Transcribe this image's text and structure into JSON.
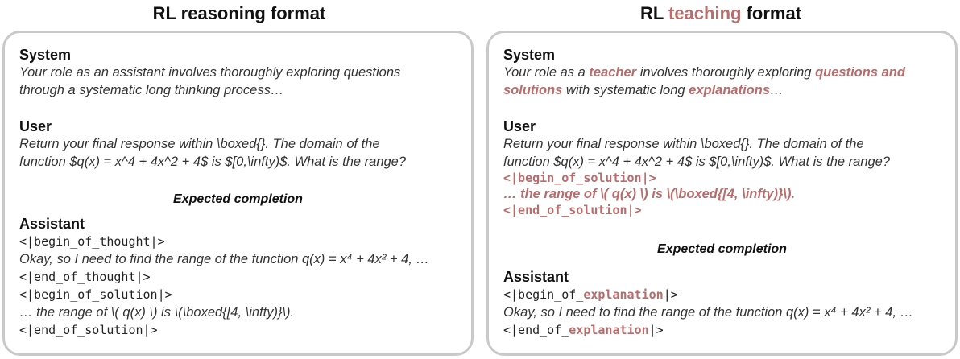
{
  "left": {
    "title": "RL reasoning format",
    "system_header": "System",
    "system_text_1": "Your role as an assistant involves thoroughly exploring questions",
    "system_text_2": "through a systematic long thinking process…",
    "user_header": "User",
    "user_text_1": "Return your final response within \\boxed{}. The domain of the",
    "user_text_2": "function $q(x) = x^4 + 4x^2 + 4$ is $[0,\\infty)$. What is the range?",
    "expected": "Expected completion",
    "assistant_header": "Assistant",
    "begin_thought": "<|begin_of_thought|>",
    "thought_text": "Okay, so I need to find the range of the function q(x) = x⁴ + 4x² + 4, …",
    "end_thought": "<|end_of_thought|>",
    "begin_solution": "<|begin_of_solution|>",
    "solution_text": "… the range of \\( q(x) \\) is \\(\\boxed{[4, \\infty)}\\).",
    "end_solution": "<|end_of_solution|>"
  },
  "right": {
    "title_a": "RL ",
    "title_b": "teaching",
    "title_c": " format",
    "system_header": "System",
    "sys_1a": "Your role as a ",
    "sys_1b": "teacher",
    "sys_1c": " involves thoroughly exploring ",
    "sys_1d": "questions and",
    "sys_2a": "solutions",
    "sys_2b": " with systematic long ",
    "sys_2c": "explanations",
    "sys_2d": "…",
    "user_header": "User",
    "user_text_1": "Return your final response within \\boxed{}. The domain of the",
    "user_text_2": "function $q(x) = x^4 + 4x^2 + 4$ is $[0,\\infty)$. What is the range?",
    "begin_solution": "<|begin_of_solution|>",
    "solution_text": "… the range of \\( q(x) \\) is \\(\\boxed{[4, \\infty)}\\).",
    "end_solution": "<|end_of_solution|>",
    "expected": "Expected completion",
    "assistant_header": "Assistant",
    "begin_expl_a": "<|begin_of_",
    "begin_expl_b": "explanation",
    "begin_expl_c": "|>",
    "expl_text": "Okay, so I need to find the range of the function q(x) = x⁴ + 4x² + 4, …",
    "end_expl_a": "<|end_of_",
    "end_expl_b": "explanation",
    "end_expl_c": "|>"
  },
  "colors": {
    "accent": "#b86c6c",
    "border": "#c9c9c9"
  }
}
